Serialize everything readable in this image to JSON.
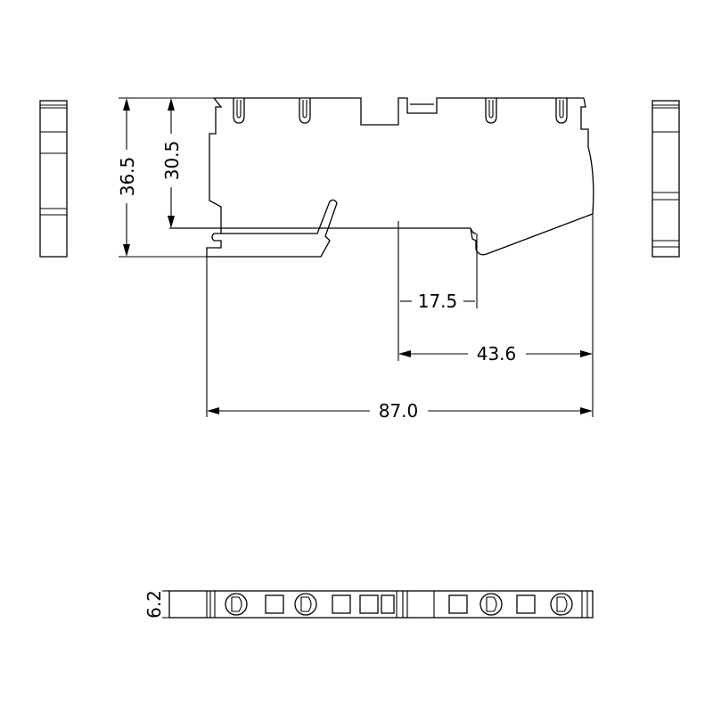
{
  "dimensions": {
    "overall_height": "36.5",
    "rail_height": "30.5",
    "offset_short": "17.5",
    "offset_long": "43.6",
    "overall_length": "87.0",
    "width": "6.2"
  },
  "colors": {
    "line": "#000000",
    "background": "#ffffff"
  }
}
